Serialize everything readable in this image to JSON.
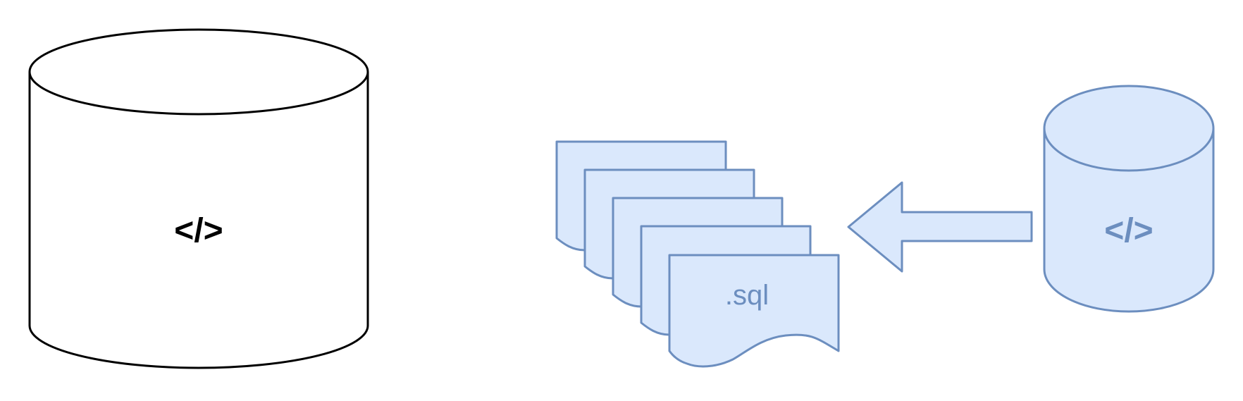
{
  "diagram": {
    "target_database": {
      "label": "</>",
      "colors": {
        "fill": "#ffffff",
        "stroke": "#000000",
        "text": "#000000"
      }
    },
    "sql_files": {
      "label": ".sql",
      "count": 5,
      "colors": {
        "fill": "#dae8fc",
        "stroke": "#6c8ebf",
        "text": "#6c8ebf"
      }
    },
    "flow_arrow": {
      "direction": "left",
      "colors": {
        "fill": "#dae8fc",
        "stroke": "#6c8ebf"
      }
    },
    "source_database": {
      "label": "</>",
      "colors": {
        "fill": "#dae8fc",
        "stroke": "#6c8ebf",
        "text": "#6c8ebf"
      }
    }
  }
}
